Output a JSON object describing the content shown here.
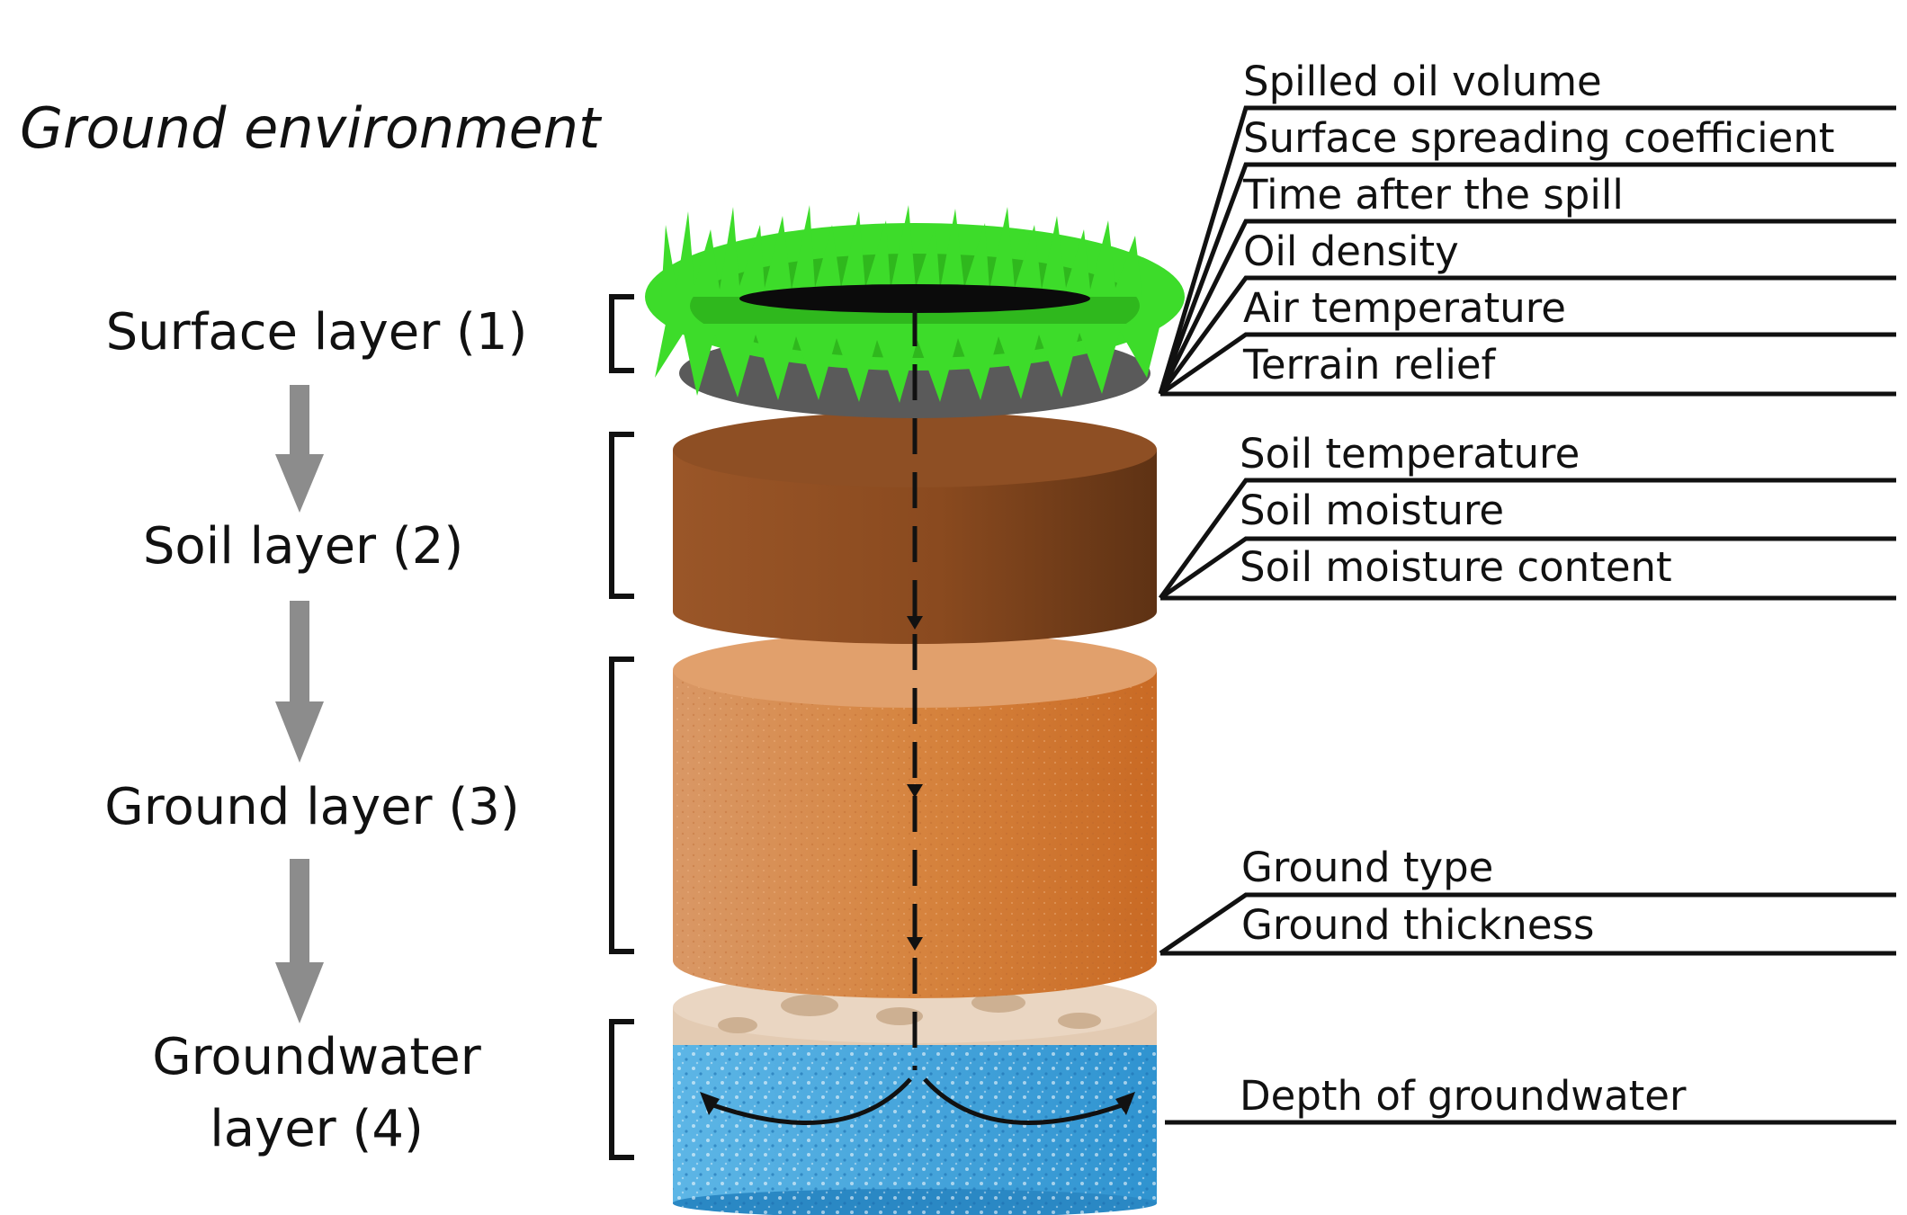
{
  "title": "Ground environment",
  "layers": [
    {
      "id": "surface",
      "label": "Surface layer (1)",
      "parameters": [
        "Spilled oil volume",
        "Surface spreading coefficient",
        "Time after the spill",
        "Oil density",
        "Air temperature",
        "Terrain relief"
      ]
    },
    {
      "id": "soil",
      "label": "Soil layer (2)",
      "parameters": [
        "Soil temperature",
        "Soil moisture",
        "Soil moisture content"
      ]
    },
    {
      "id": "ground",
      "label": "Ground layer (3)",
      "parameters": [
        "Ground type",
        "Ground thickness"
      ]
    },
    {
      "id": "groundwater",
      "label_line1": "Groundwater",
      "label_line2": "layer (4)",
      "parameters": [
        "Depth of groundwater"
      ]
    }
  ],
  "colors": {
    "grass": "#3ddc2a",
    "oil": "#0b0b0b",
    "soil": "#8a4a1f",
    "ground": "#d8864c",
    "water": "#3aa3dc",
    "arrow": "#8c8c8c"
  }
}
